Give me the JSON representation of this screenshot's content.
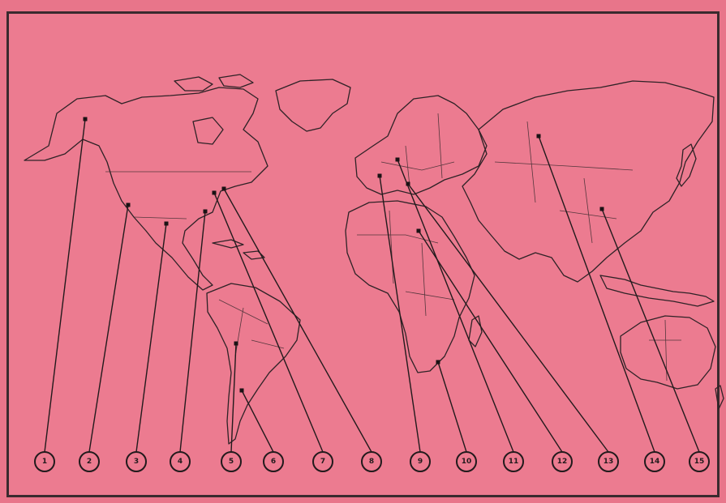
{
  "map": {
    "background_color": "#e8758a",
    "line_color": "#2e2226",
    "markers": [
      {
        "label": "1",
        "target_name": "alaska"
      },
      {
        "label": "2",
        "target_name": "western-usa"
      },
      {
        "label": "3",
        "target_name": "central-usa"
      },
      {
        "label": "4",
        "target_name": "eastern-usa"
      },
      {
        "label": "5",
        "target_name": "chile"
      },
      {
        "label": "6",
        "target_name": "argentina"
      },
      {
        "label": "7",
        "target_name": "northeast-usa"
      },
      {
        "label": "8",
        "target_name": "eastern-canada"
      },
      {
        "label": "9",
        "target_name": "western-europe"
      },
      {
        "label": "10",
        "target_name": "southern-africa"
      },
      {
        "label": "11",
        "target_name": "central-europe"
      },
      {
        "label": "12",
        "target_name": "north-africa"
      },
      {
        "label": "13",
        "target_name": "eastern-europe"
      },
      {
        "label": "14",
        "target_name": "russia"
      },
      {
        "label": "15",
        "target_name": "east-asia"
      }
    ]
  }
}
